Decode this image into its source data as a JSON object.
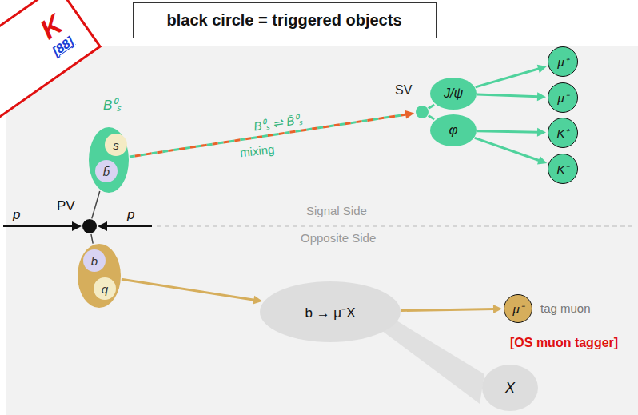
{
  "diagram": {
    "nodes": [
      {
        "text": [
          "black circle = triggered objects"
        ]
      },
      {
        "text": [
          "K",
          "[88]"
        ]
      },
      {
        "text": [
          "B⁰ₛ"
        ]
      },
      {
        "text": [
          "s"
        ],
        "in": 2
      },
      {
        "text": [
          "b̄"
        ],
        "in": 2
      },
      {
        "text": [
          "PV"
        ]
      },
      {
        "text": [
          "SV"
        ]
      },
      {
        "text": [
          "J/ψ"
        ]
      },
      {
        "text": [
          "φ"
        ]
      },
      {
        "text": [
          "μ⁺"
        ]
      },
      {
        "text": [
          "μ⁻"
        ]
      },
      {
        "text": [
          "K⁺"
        ]
      },
      {
        "text": [
          "K⁻"
        ]
      },
      {
        "text": []
      },
      {
        "text": [
          "b"
        ],
        "in": 13
      },
      {
        "text": [
          "q"
        ],
        "in": 13
      },
      {
        "text": [
          "b → μ⁻X"
        ]
      },
      {
        "text": [
          "μ⁻"
        ]
      },
      {
        "text": [
          "X"
        ]
      }
    ],
    "edges": [
      {
        "from": 5,
        "to": 2,
        "arrow": "none"
      },
      {
        "from": 5,
        "to": 13,
        "arrow": "none"
      },
      {
        "from": 2,
        "to": 6,
        "label": "B⁰ₛ ⇌ B̄⁰ₛ",
        "arrow": "to"
      },
      {
        "from": 6,
        "to": 7,
        "arrow": "none"
      },
      {
        "from": 6,
        "to": 8,
        "arrow": "none"
      },
      {
        "from": 7,
        "to": 9,
        "arrow": "to"
      },
      {
        "from": 7,
        "to": 10,
        "arrow": "to"
      },
      {
        "from": 8,
        "to": 11,
        "arrow": "to"
      },
      {
        "from": 8,
        "to": 12,
        "arrow": "to"
      },
      {
        "from": 13,
        "to": 16,
        "arrow": "to"
      },
      {
        "from": 16,
        "to": 17,
        "arrow": "to"
      }
    ],
    "labels": [
      "p",
      "p",
      "Signal Side",
      "Opposite Side",
      "mixing",
      "tag muon",
      "[OS muon tagger]"
    ]
  }
}
